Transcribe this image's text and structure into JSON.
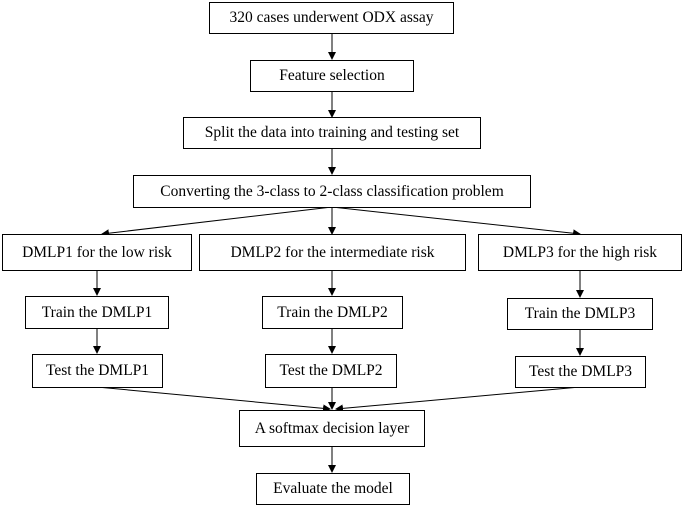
{
  "flowchart": {
    "step_odx": "320 cases underwent ODX assay",
    "step_features": "Feature selection",
    "step_split": "Split the data into training and testing set",
    "step_convert": "Converting the 3-class to 2-class classification problem",
    "branches": [
      {
        "model": "DMLP1 for the low risk",
        "train": "Train the DMLP1",
        "test": "Test the DMLP1"
      },
      {
        "model": "DMLP2 for the intermediate risk",
        "train": "Train the DMLP2",
        "test": "Test the DMLP2"
      },
      {
        "model": "DMLP3 for the high risk",
        "train": "Train the DMLP3",
        "test": "Test the DMLP3"
      }
    ],
    "step_softmax": "A softmax decision layer",
    "step_evaluate": "Evaluate the model"
  }
}
